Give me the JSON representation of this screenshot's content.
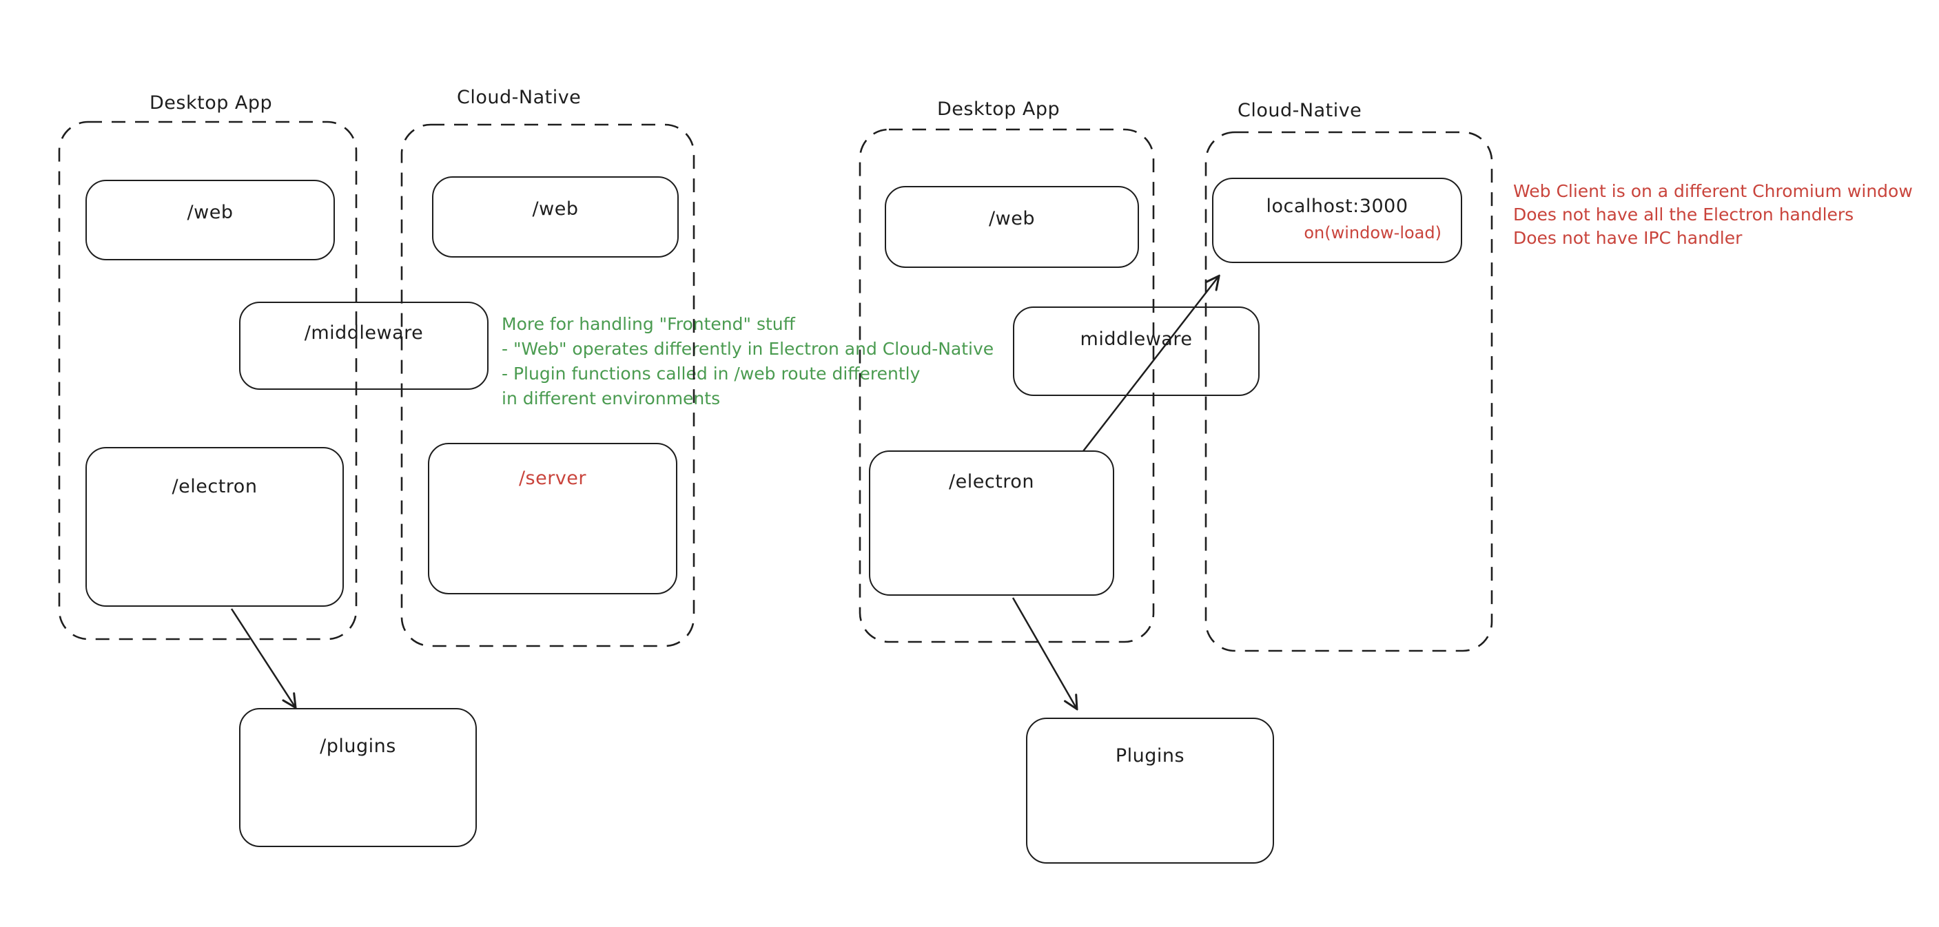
{
  "colors": {
    "stroke": "#1e1e1e",
    "green_note": "#4a9b50",
    "red_note": "#c9443c",
    "background": "#ffffff"
  },
  "left": {
    "desktop_label": "Desktop App",
    "cloud_label": "Cloud-Native",
    "web_desktop": "/web",
    "web_cloud": "/web",
    "middleware": "/middleware",
    "electron": "/electron",
    "server": "/server",
    "plugins": "/plugins",
    "green_note": {
      "lines": [
        "More for handling \"Frontend\" stuff",
        "- \"Web\" operates differently in Electron and Cloud-Native",
        "- Plugin functions called in /web route differently",
        "in different environments"
      ]
    }
  },
  "right": {
    "desktop_label": "Desktop App",
    "cloud_label": "Cloud-Native",
    "web": "/web",
    "localhost_title": "localhost:3000",
    "localhost_event": "on(window-load)",
    "middleware": "middleware",
    "electron": "/electron",
    "plugins": "Plugins",
    "red_note": {
      "lines": [
        "Web Client is on a different Chromium window",
        "Does not have all the Electron handlers",
        "Does not have IPC handler"
      ]
    }
  }
}
